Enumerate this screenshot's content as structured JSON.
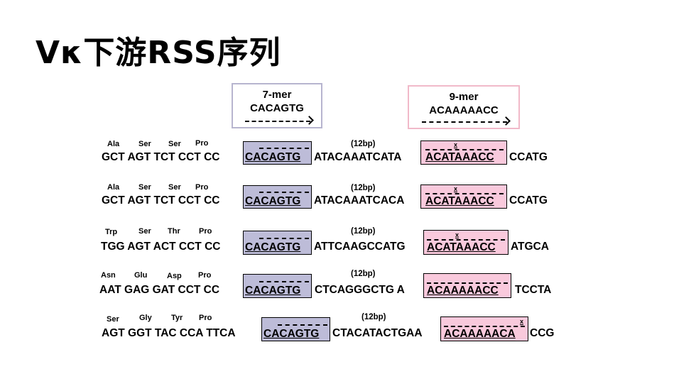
{
  "title": "Vκ下游RSS序列",
  "legend": {
    "heptamer": {
      "name": "7-mer",
      "seq": "CACAGTG",
      "color": "#bdbcd8"
    },
    "nonamer": {
      "name": "9-mer",
      "seq": "ACAAAAACC",
      "color": "#f9c9dc"
    }
  },
  "spacer_label": "(12bp)",
  "rows": [
    {
      "aa": [
        "Ala",
        "Ser",
        "Ser",
        "Pro"
      ],
      "pre": "GCT AGT TCT CCT CC",
      "heptamer": "CACAGTG",
      "spacer": "ATACAAATCATA",
      "nonamer": "ACATAAACC",
      "post": "CCATG",
      "mismatch": "x"
    },
    {
      "aa": [
        "Ala",
        "Ser",
        "Ser",
        "Pro"
      ],
      "pre": "GCT AGT TCT CCT CC",
      "heptamer": "CACAGTG",
      "spacer": "ATACAAATCACA",
      "nonamer": "ACATAAACC",
      "post": "CCATG",
      "mismatch": "x"
    },
    {
      "aa": [
        "Trp",
        "Ser",
        "Thr",
        "Pro"
      ],
      "pre": "TGG AGT ACT CCT CC",
      "heptamer": "CACAGTG",
      "spacer": "ATTCAAGCCATG",
      "nonamer": "ACATAAACC",
      "post": "ATGCA",
      "mismatch": "x"
    },
    {
      "aa": [
        "Asn",
        "Glu",
        "Asp",
        "Pro"
      ],
      "pre": "AAT GAG GAT CCT CC",
      "heptamer": "CACAGTG",
      "spacer": "CTCAGGGCTG A",
      "nonamer": "ACAAAAACC",
      "post": "TCCTA",
      "mismatch": ""
    },
    {
      "aa": [
        "Ser",
        "Gly",
        "Tyr",
        "Pro"
      ],
      "pre": "AGT GGT TAC CCA TTCA",
      "heptamer": "CACAGTG",
      "spacer": "CTACATACTGAA",
      "nonamer": "ACAAAAACA",
      "post": "CCG",
      "mismatch": "x"
    }
  ]
}
